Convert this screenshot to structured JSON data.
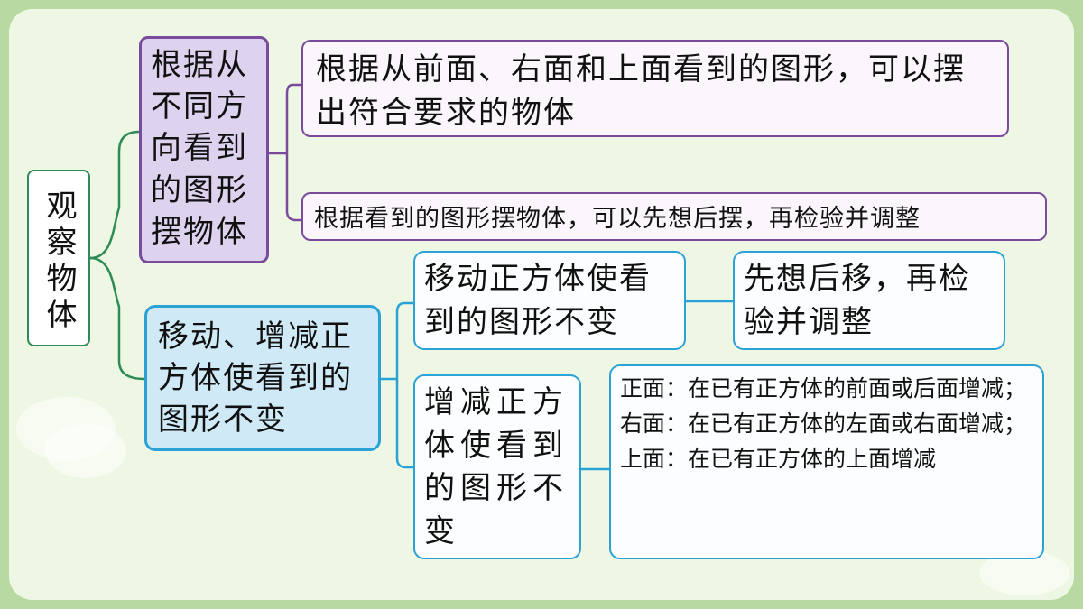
{
  "root": {
    "label": "观察物体"
  },
  "branch1": {
    "label": "根据从不同方向看到的图形摆物体",
    "leaf1": "根据从前面、右面和上面看到的图形，可以摆出符合要求的物体",
    "leaf2": "根据看到的图形摆物体，可以先想后摆，再检验并调整"
  },
  "branch2": {
    "label": "移动、增减正方体使看到的图形不变",
    "sub1": {
      "label": "移动正方体使看到的图形不变",
      "detail": "先想后移，再检验并调整"
    },
    "sub2": {
      "label": "增减正方体使看到的图形不变",
      "details": [
        "正面：在已有正方体的前面或后面增减；",
        "右面：在已有正方体的左面或右面增减；",
        "上面：在已有正方体的上面增减"
      ]
    }
  },
  "colors": {
    "background": "#b8d9a1",
    "panel": "#edf7e3",
    "root_border": "#2e8b57",
    "purple_border": "#7a4b9c",
    "purple_fill": "#ddd3ee",
    "blue_border": "#2ba2d6",
    "blue_fill": "#cfe9f6"
  }
}
